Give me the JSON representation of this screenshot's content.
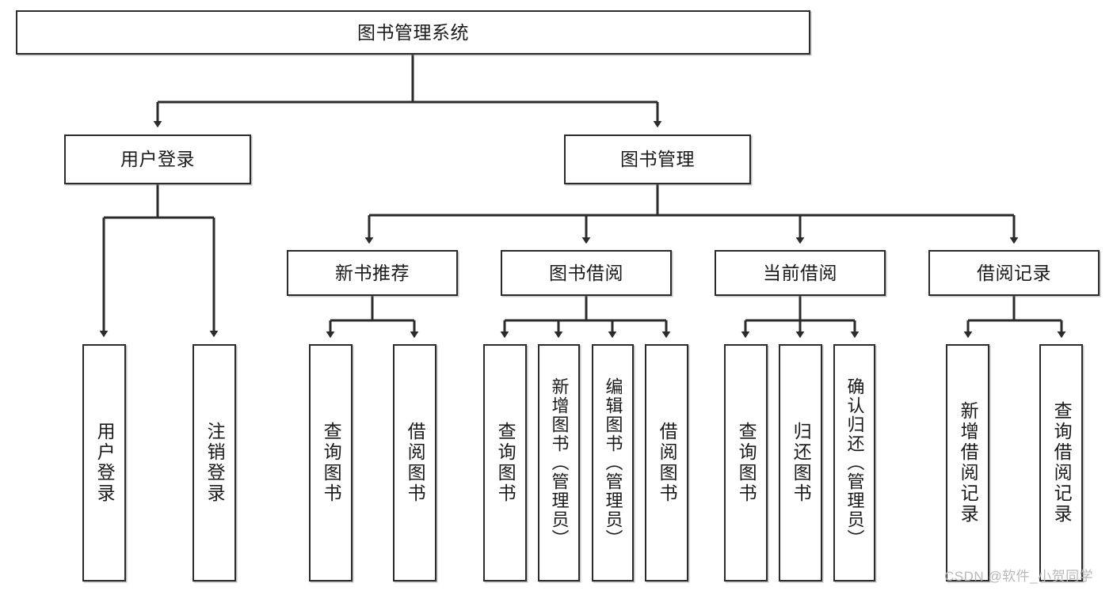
{
  "diagram": {
    "title": "图书管理系统",
    "type": "tree-hierarchy-diagram",
    "root": {
      "label": "图书管理系统"
    },
    "level2": [
      {
        "label": "用户登录"
      },
      {
        "label": "图书管理"
      }
    ],
    "level3": [
      {
        "label": "新书推荐"
      },
      {
        "label": "图书借阅"
      },
      {
        "label": "当前借阅"
      },
      {
        "label": "借阅记录"
      }
    ],
    "leaves": {
      "user_login": [
        {
          "label": "用户登录"
        },
        {
          "label": "注销登录"
        }
      ],
      "new_book_recommend": [
        {
          "label": "查询图书"
        },
        {
          "label": "借阅图书"
        }
      ],
      "book_borrow": [
        {
          "label": "查询图书"
        },
        {
          "label": "新增图书（管理员）"
        },
        {
          "label": "编辑图书（管理员）"
        },
        {
          "label": "借阅图书"
        }
      ],
      "current_borrow": [
        {
          "label": "查询图书"
        },
        {
          "label": "归还图书"
        },
        {
          "label": "确认归还（管理员）"
        }
      ],
      "borrow_record": [
        {
          "label": "新增借阅记录"
        },
        {
          "label": "查询借阅记录"
        }
      ]
    }
  },
  "watermark": {
    "text": "CSDN @软件_小贺同学"
  },
  "colors": {
    "border": "#2b2b2b",
    "text": "#1a1a1a",
    "background": "#ffffff",
    "watermark": "#b8b8b8"
  }
}
